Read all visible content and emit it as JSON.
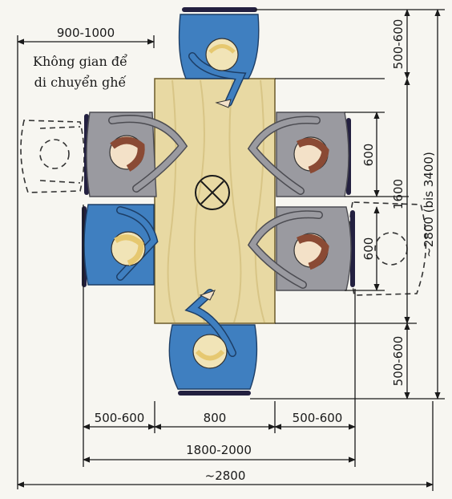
{
  "annotation": {
    "clearance_width": "900-1000",
    "line1": "Không gian để",
    "line2": "di chuyển ghế"
  },
  "dimensions": {
    "bottom_left_gap": "500-600",
    "table_width": "800",
    "bottom_right_gap": "500-600",
    "mid_total": "1800-2000",
    "overall_width": "~2800",
    "right_top_gap": "500-600",
    "chair_spacing_1": "600",
    "chair_spacing_2": "600",
    "table_length": "1600",
    "right_bottom_gap": "500-600",
    "overall_length": "~2800 (bis 3400)"
  },
  "colors": {
    "table": "#e8d9a3",
    "chair_blue": "#3f7fc0",
    "chair_grey": "#9a9aa0",
    "chair_back": "#232040",
    "hair_brown": "#8a4a34",
    "hair_blond": "#e6c870",
    "skin": "#f3e1c8"
  }
}
